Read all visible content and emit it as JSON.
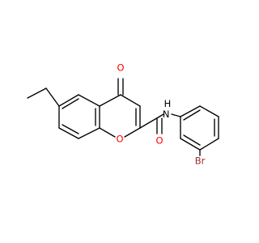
{
  "molecule": {
    "atom_labels": {
      "carbonyl_o_ring": "O",
      "ring_o": "O",
      "amide_o": "O",
      "amide_nh": "N\nH",
      "bromine": "Br"
    },
    "colors": {
      "bond": "#000000",
      "oxygen": "#ff0000",
      "nitrogen": "#0000ff",
      "bromine": "#a52a2a"
    }
  }
}
